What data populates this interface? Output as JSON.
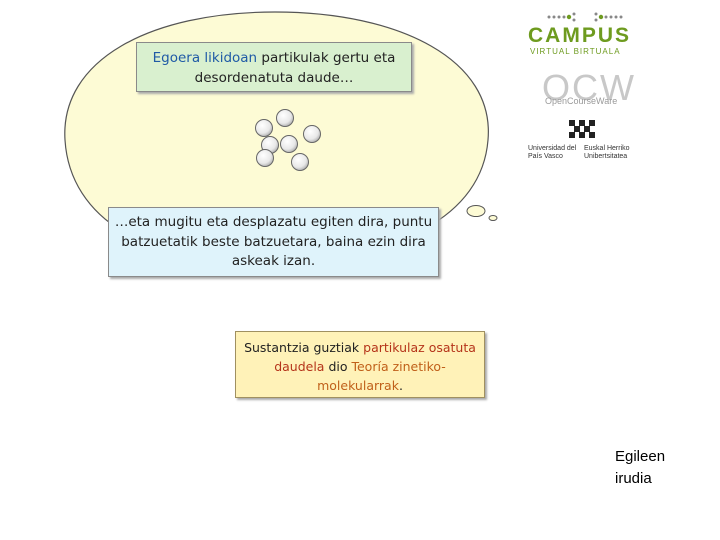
{
  "box_top": {
    "highlight": "Egoera likidoan",
    "rest_line1": " partikulak gertu eta",
    "line2": "desordenatuta daude…"
  },
  "box_mid": {
    "text": "…eta mugitu eta desplazatu egiten dira, puntu batzuetatik beste batzuetara, baina ezin dira askeak izan."
  },
  "box_bot": {
    "part1": "Sustantzia guztiak ",
    "part2": "partikulaz osatuta daudela",
    "part3": " dio ",
    "part4": "Teoría zinetiko-molekularrak",
    "part5": "."
  },
  "credit": {
    "line1": "Egileen",
    "line2": "irudia"
  },
  "logos": {
    "campus": "CAMPUS",
    "campus_sub": "VIRTUAL BIRTUALA",
    "ocw": "OCW",
    "ocw_sub": "OpenCourseWare",
    "uni_es": "Universidad del País Vasco",
    "uni_eu": "Euskal Herriko Unibertsitatea"
  },
  "colors": {
    "bubble_fill": "#fdfbd5",
    "highlight_blue": "#1f5aa6",
    "highlight_red": "#b5341a",
    "highlight_orange": "#c0601a",
    "campus_green": "#6e9b1f"
  },
  "particles": {
    "count": 7
  }
}
